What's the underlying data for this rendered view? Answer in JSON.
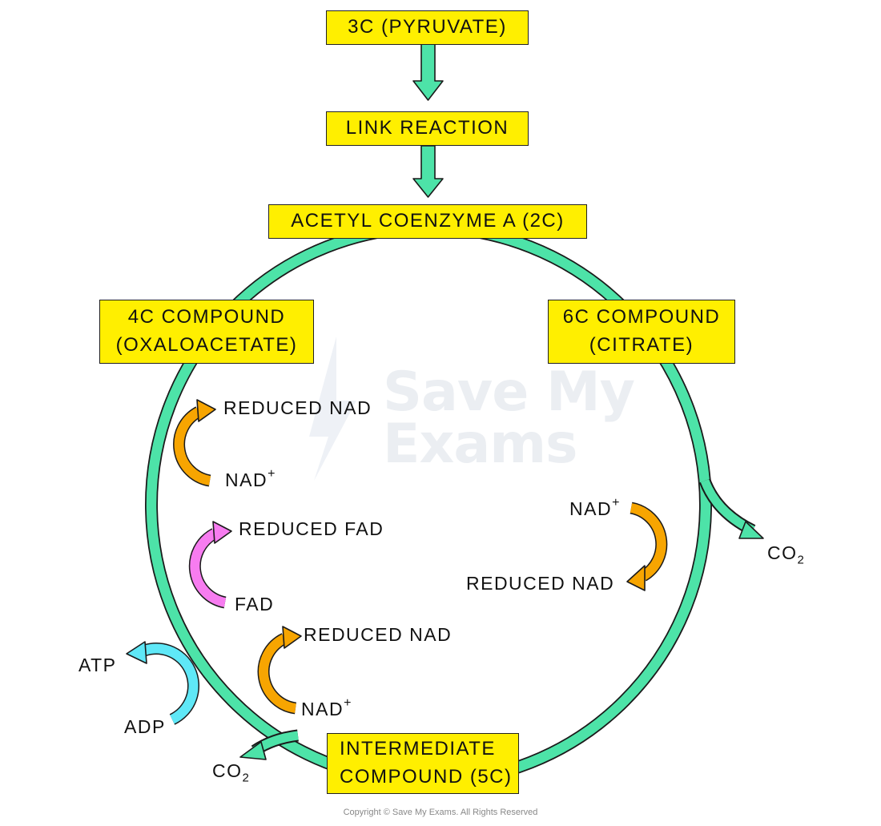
{
  "boxes": {
    "pyruvate": "3C (PYRUVATE)",
    "link_reaction": "LINK REACTION",
    "acetyl_coa": "ACETYL COENZYME A (2C)",
    "oxaloacetate_line1": "4C COMPOUND",
    "oxaloacetate_line2": "(OXALOACETATE)",
    "citrate_line1": "6C COMPOUND",
    "citrate_line2": "(CITRATE)",
    "intermediate_line1": "INTERMEDIATE",
    "intermediate_line2": "COMPOUND (5C)"
  },
  "labels": {
    "nad_plus": "NAD",
    "plus_sign": "+",
    "reduced_nad": "REDUCED NAD",
    "reduced_fad": "REDUCED FAD",
    "fad": "FAD",
    "atp": "ATP",
    "adp": "ADP",
    "co2": "CO",
    "co2_subscript": "2"
  },
  "watermark": {
    "line1": "Save My",
    "line2": "Exams"
  },
  "copyright": "Copyright © Save My Exams. All Rights Reserved",
  "colors": {
    "box_fill": "#ffef00",
    "cycle_arrow": "#4de3a8",
    "nad_arrow": "#f7a501",
    "fad_arrow": "#f77cf0",
    "atp_arrow": "#5fe8f7",
    "outline": "#222222"
  }
}
